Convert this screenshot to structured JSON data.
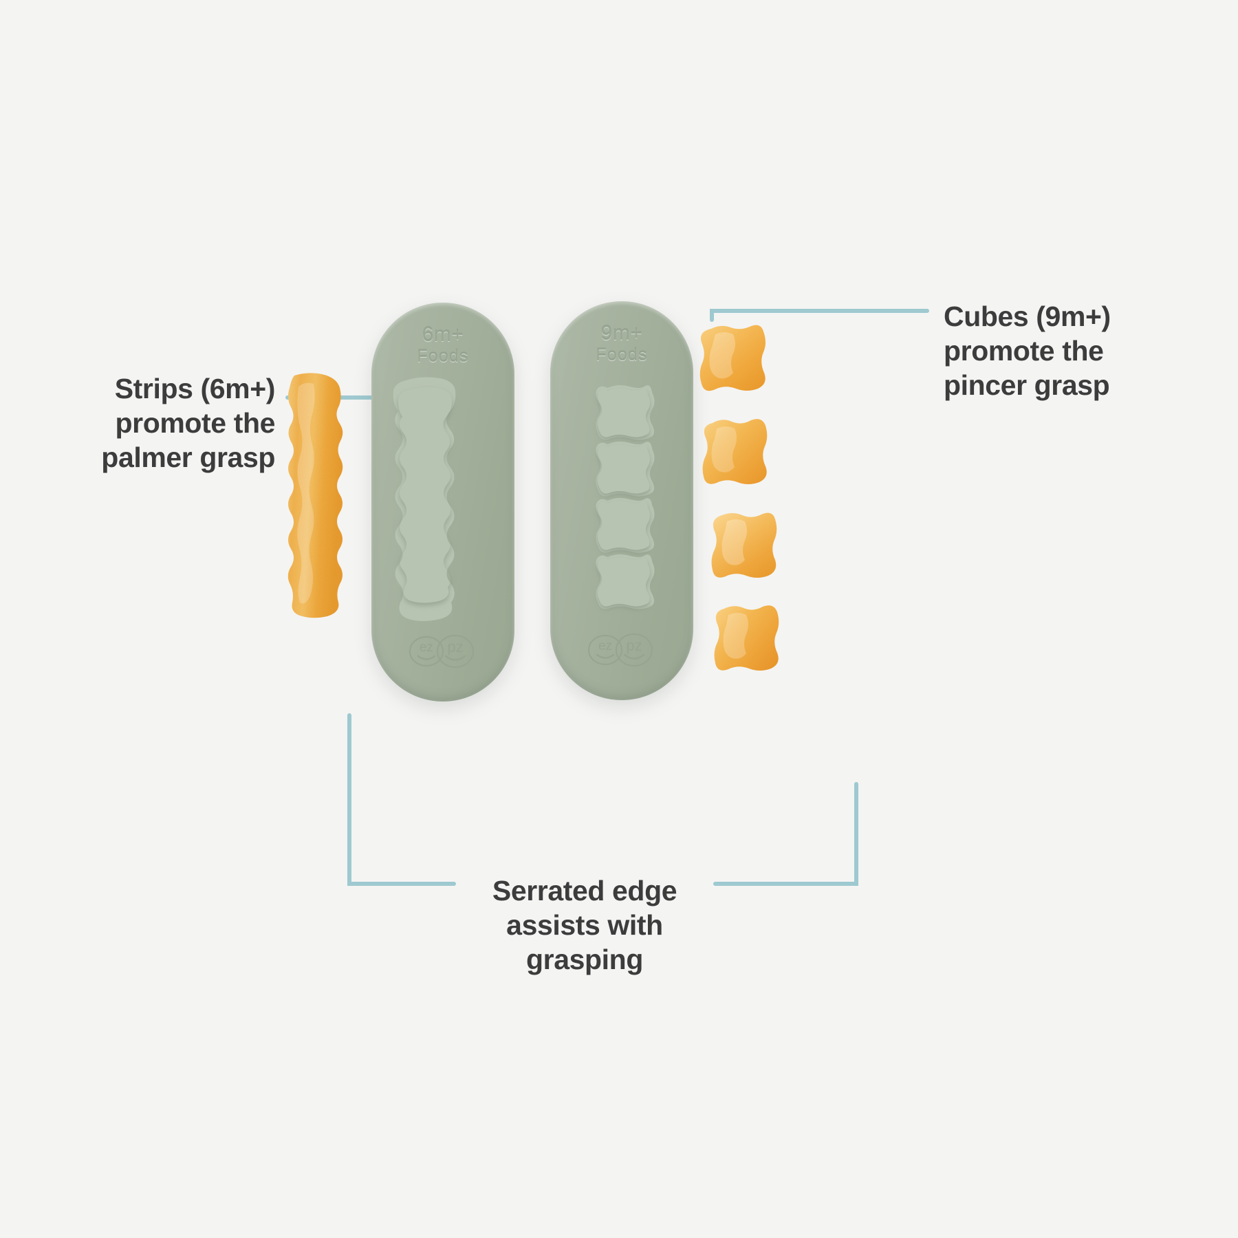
{
  "page": {
    "background_color": "#f4f4f3",
    "text_color": "#3c3c3c",
    "leader_line_color": "#9ec9d0",
    "cutter_color": "#a5b29e",
    "food_color": "#f2ad42"
  },
  "callouts": {
    "strips": {
      "text": "Strips (6m+)\npromote the\npalmer grasp",
      "line1": "Strips (6m+)",
      "line2": "promote the",
      "line3": "palmer grasp"
    },
    "cubes": {
      "text": "Cubes (9m+)\npromote the\npincer grasp",
      "line1": "Cubes (9m+)",
      "line2": "promote the",
      "line3": "pincer grasp"
    },
    "serrated": {
      "text": "Serrated edge\nassists with\ngrasping",
      "line1": "Serrated edge",
      "line2": "assists with",
      "line3": "grasping"
    }
  },
  "products": {
    "cutter_6m": {
      "age_label": "6m+",
      "food_label": "Foods",
      "brand": "ezpz",
      "brand_part1": "ez",
      "brand_part2": "pz",
      "opening_count": 1,
      "opening_type": "strip"
    },
    "cutter_9m": {
      "age_label": "9m+",
      "food_label": "Foods",
      "brand": "ezpz",
      "brand_part1": "ez",
      "brand_part2": "pz",
      "opening_count": 4,
      "opening_type": "cube"
    }
  },
  "food_samples": {
    "strip_count": 1,
    "cube_count": 4
  }
}
